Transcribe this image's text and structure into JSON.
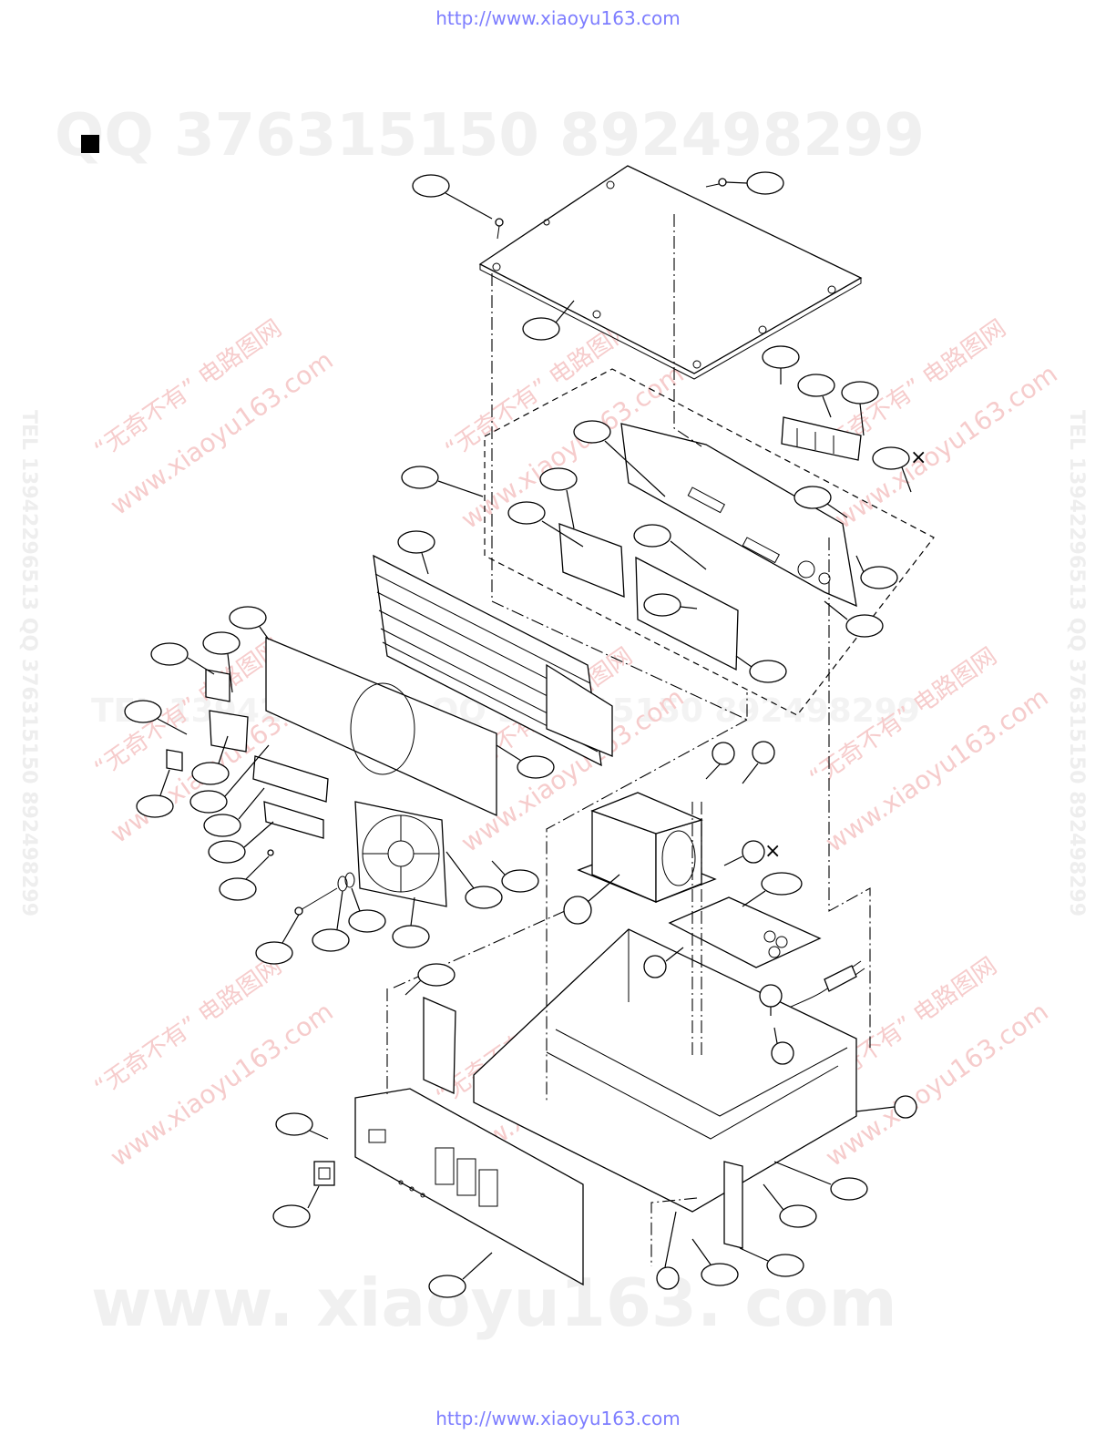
{
  "header_url": "http://www.xiaoyu163.com",
  "footer_url": "http://www.xiaoyu163.com",
  "watermarks": {
    "qq_numbers": "QQ 376315150    892498299",
    "mid_banner": "TEL 13942296513    QQ 376315150    892498299",
    "bottom_site": "www. xiaoyu163. com",
    "diag_cn": "“无奇不有” 电路图网",
    "diag_site": "www.xiaoyu163.com",
    "side_tel": "TEL 13942296513   QQ 376315150   892498299"
  },
  "colors": {
    "url_text": "#7d7dff",
    "watermark_gray": "#eeeeee",
    "watermark_red": "#f6cccc",
    "lines": "#000000"
  },
  "callout_marks": {
    "x_mark_1": "×",
    "x_mark_2": "×"
  },
  "icons": [
    "square-marker-icon",
    "cooling-fan-icon",
    "transformer-icon",
    "power-plug-icon",
    "screw-icon"
  ]
}
